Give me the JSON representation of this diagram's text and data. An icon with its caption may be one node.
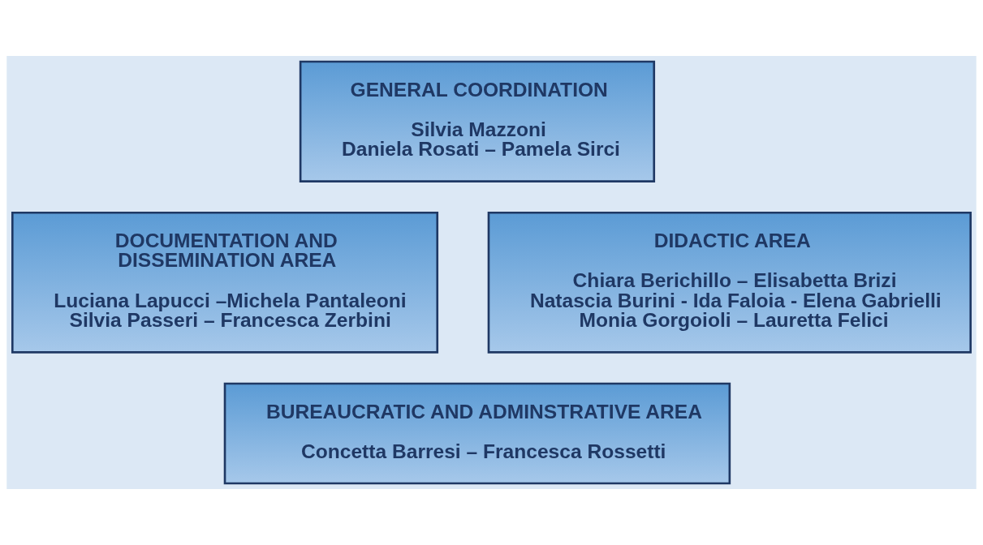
{
  "diagram": {
    "nodes": [
      {
        "text": [
          "GENERAL COORDINATION",
          "Silvia Mazzoni",
          "Daniela Rosati – Pamela Sirci"
        ]
      },
      {
        "text": [
          "DOCUMENTATION AND DISSEMINATION AREA",
          "Luciana Lapucci –Michela Pantaleoni",
          "Silvia Passeri – Francesca Zerbini"
        ]
      },
      {
        "text": [
          "DIDACTIC AREA",
          "Chiara Berichillo – Elisabetta Brizi",
          "Natascia Burini - Ida Faloia - Elena Gabrielli",
          "Monia Gorgoioli – Lauretta Felici"
        ]
      },
      {
        "text": [
          "BUREAUCRATIC AND ADMINSTRATIVE AREA",
          "Concetta Barresi – Francesca Rossetti"
        ]
      }
    ],
    "edges": []
  }
}
